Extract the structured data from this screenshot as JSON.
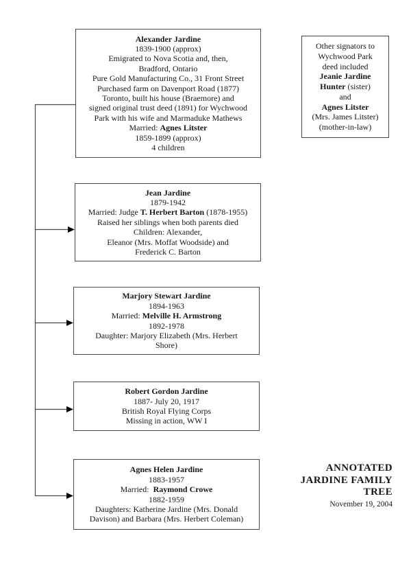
{
  "page": {
    "background": "#ffffff",
    "box_border_color": "#4a4a4a",
    "line_color": "#4a4a4a",
    "arrow_color": "#000000",
    "text_color": "#181818"
  },
  "family_tree": {
    "root": {
      "person": "Alexander Jardine",
      "lines": [
        [
          {
            "t": "Alexander Jardine",
            "b": true
          }
        ],
        [
          {
            "t": "1839-1900 (approx)"
          }
        ],
        [
          {
            "t": "Emigrated to Nova Scotia and, then,"
          }
        ],
        [
          {
            "t": "Bradford, Ontario"
          }
        ],
        [
          {
            "t": "Pure Gold Manufacturing Co., 31 Front Street"
          }
        ],
        [
          {
            "t": "Purchased farm on Davenport Road (1877)"
          }
        ],
        [
          {
            "t": "Toronto, built his house (Braemore) and"
          }
        ],
        [
          {
            "t": "signed original trust deed (1891) for Wychwood"
          }
        ],
        [
          {
            "t": "Park with his wife and Marmaduke Mathews"
          }
        ],
        [
          {
            "t": "Married: "
          },
          {
            "t": "Agnes Litster",
            "b": true
          }
        ],
        [
          {
            "t": "1859-1899 (approx)"
          }
        ],
        [
          {
            "t": "4 children"
          }
        ]
      ]
    },
    "children": [
      {
        "person": "Jean Jardine",
        "lines": [
          [
            {
              "t": "Jean Jardine",
              "b": true
            }
          ],
          [
            {
              "t": "1879-1942"
            }
          ],
          [
            {
              "t": "Married: Judge "
            },
            {
              "t": "T. Herbert Barton",
              "b": true
            },
            {
              "t": " (1878-1955)"
            }
          ],
          [
            {
              "t": "Raised her siblings when both parents died"
            }
          ],
          [
            {
              "t": "Children: Alexander,"
            }
          ],
          [
            {
              "t": "Eleanor (Mrs. Moffat Woodside) and"
            }
          ],
          [
            {
              "t": "Frederick C. Barton"
            }
          ]
        ]
      },
      {
        "person": "Marjory Stewart Jardine",
        "lines": [
          [
            {
              "t": "Marjory Stewart Jardine",
              "b": true
            }
          ],
          [
            {
              "t": "1894-1963"
            }
          ],
          [
            {
              "t": "Married: "
            },
            {
              "t": "Melville H. Armstrong",
              "b": true
            }
          ],
          [
            {
              "t": "1892-1978"
            }
          ],
          [
            {
              "t": "Daughter: Marjory Elizabeth (Mrs. Herbert"
            }
          ],
          [
            {
              "t": "Shore)"
            }
          ]
        ]
      },
      {
        "person": "Robert Gordon Jardine",
        "lines": [
          [
            {
              "t": "Robert Gordon Jardine",
              "b": true
            }
          ],
          [
            {
              "t": "1887- July 20, 1917"
            }
          ],
          [
            {
              "t": "British Royal Flying Corps"
            }
          ],
          [
            {
              "t": "Missing in action, WW I"
            }
          ]
        ]
      },
      {
        "person": "Agnes Helen Jardine",
        "lines": [
          [
            {
              "t": "Agnes Helen Jardine",
              "b": true
            }
          ],
          [
            {
              "t": "1883-1957"
            }
          ],
          [
            {
              "t": "Married:  "
            },
            {
              "t": "Raymond Crowe",
              "b": true
            }
          ],
          [
            {
              "t": "1882-1959"
            }
          ],
          [
            {
              "t": "Daughters: Katherine Jardine (Mrs. Donald"
            }
          ],
          [
            {
              "t": "Davison) and Barbara (Mrs. Herbert Coleman)"
            }
          ]
        ]
      }
    ]
  },
  "side_note": {
    "lines": [
      [
        {
          "t": "Other signators to"
        }
      ],
      [
        {
          "t": "Wychwood Park"
        }
      ],
      [
        {
          "t": "deed included"
        }
      ],
      [
        {
          "t": "Jeanie Jardine",
          "b": true
        }
      ],
      [
        {
          "t": "Hunter",
          "b": true
        },
        {
          "t": " (sister)"
        }
      ],
      [
        {
          "t": "and"
        }
      ],
      [
        {
          "t": "Agnes Litster",
          "b": true
        }
      ],
      [
        {
          "t": "(Mrs. James Litster)"
        }
      ],
      [
        {
          "t": "(mother-in-law)"
        }
      ]
    ]
  },
  "title_block": {
    "line1": "ANNOTATED",
    "line2": "JARDINE FAMILY",
    "line3": "TREE",
    "date": "November 19, 2004"
  }
}
